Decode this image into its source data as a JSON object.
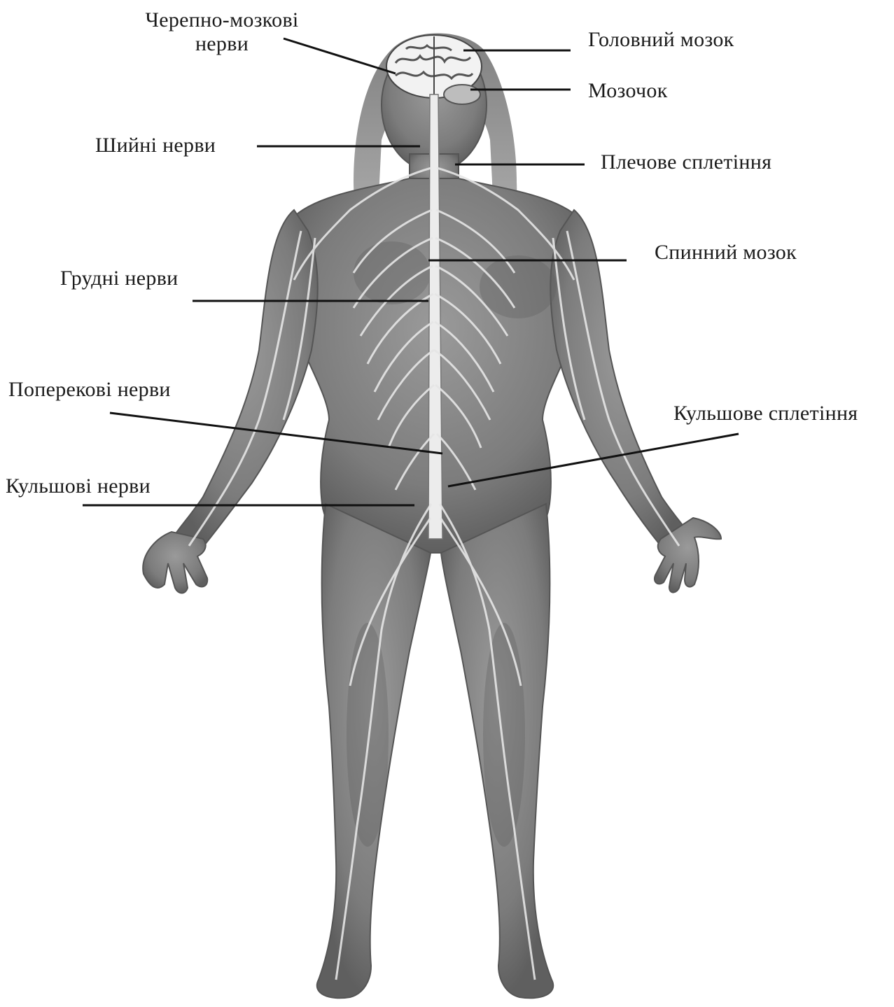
{
  "labels": {
    "cranial_nerves_line1": "Черепно-мозкові",
    "cranial_nerves_line2": "нерви",
    "brain": "Головний мозок",
    "cerebellum": "Мозочок",
    "cervical_nerves": "Шийні нерви",
    "brachial_plexus": "Плечове сплетіння",
    "spinal_cord": "Спинний мозок",
    "thoracic_nerves": "Грудні нерви",
    "lumbar_nerves": "Поперекові нерви",
    "sacral_plexus": "Кульшове сплетіння",
    "sacral_nerves": "Кульшові нерви"
  },
  "colors": {
    "body": "#8a8a8a",
    "body_dark": "#5e5e5e",
    "nerve": "#e6e6e6",
    "text": "#1a1a1a"
  }
}
